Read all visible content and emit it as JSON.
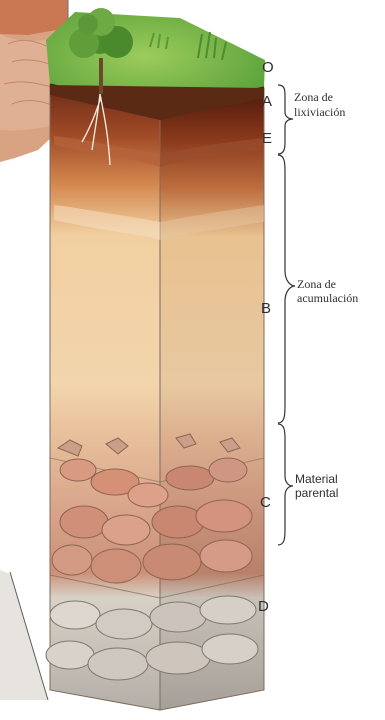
{
  "horizons": [
    "O",
    "A",
    "E",
    "B",
    "C",
    "D"
  ],
  "zones": {
    "lixiviacion": [
      "Zona de",
      "lixiviación"
    ],
    "acumulacion": [
      "Zona de",
      "acumulación"
    ],
    "material_parental": [
      "Material",
      "parental"
    ]
  }
}
